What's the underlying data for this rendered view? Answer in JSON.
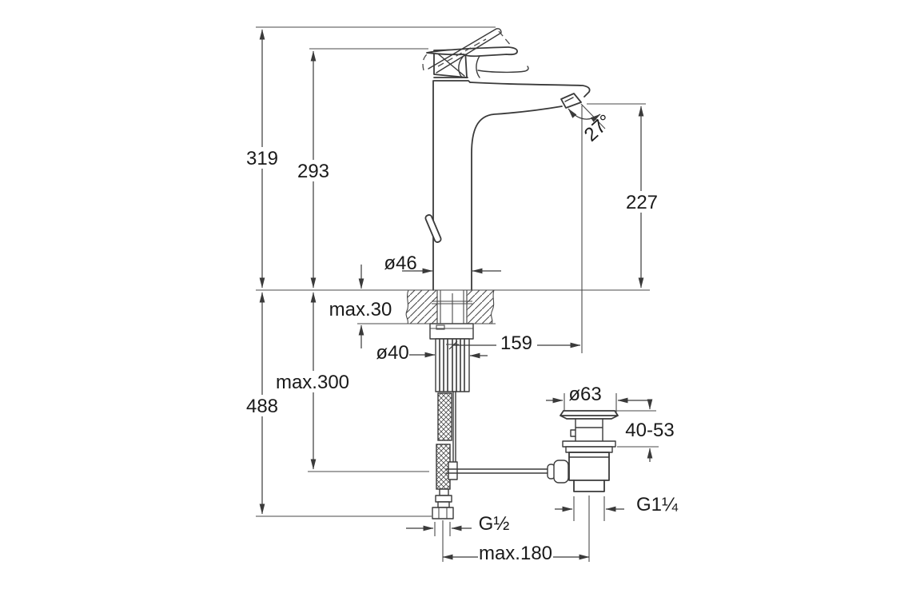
{
  "drawing": {
    "kind": "technical-dimension-drawing",
    "subject": "tall single-lever basin mixer tap with flexible supply hose and pop-up waste, side elevation with installation dimensions",
    "units": "mm",
    "background_color": "#ffffff",
    "line_color": "#3a3a3a",
    "text_color": "#1a1a1a"
  },
  "labels": {
    "height_total": "319",
    "height_to_lever": "293",
    "spout_height": "227",
    "spout_angle": "27°",
    "body_diameter": "ø46",
    "deck_thickness": "max.30",
    "shank_diameter": "ø40",
    "spout_reach": "159",
    "below_deck_total": "488",
    "below_deck_hose": "max.300",
    "waste_plug_diameter": "ø63",
    "waste_height_range": "40-53",
    "waste_thread": "G1¼",
    "supply_thread": "G½",
    "waste_offset": "max.180"
  }
}
